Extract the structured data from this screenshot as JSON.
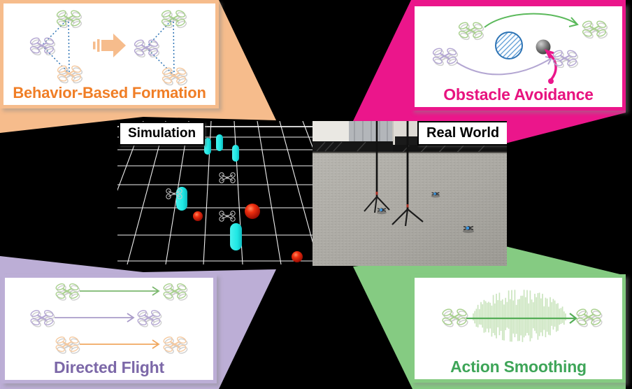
{
  "figure": {
    "panels": {
      "formation": {
        "title": "Behavior-Based Formation",
        "accent": "#F07E26",
        "border": "#F6BC8C"
      },
      "obstacle": {
        "title": "Obstacle Avoidance",
        "accent": "#E7137F",
        "border": "#EB168B"
      },
      "directed": {
        "title": "Directed Flight",
        "accent": "#7C68A8",
        "border": "#BCAED6"
      },
      "smoothing": {
        "title": "Action Smoothing",
        "accent": "#3EA558",
        "border": "#85CB82"
      }
    },
    "center": {
      "sim_label": "Simulation",
      "real_label": "Real World"
    },
    "colors": {
      "background": "#000000",
      "drone_green": "#A8D08D",
      "drone_purple": "#B3A6D2",
      "drone_orange": "#F5C99F",
      "formation_link_blue": "#2E74B5",
      "sim_pillar_cyan": "#1FE8E4",
      "sim_sphere_red": "#E02000",
      "obstacle_hatch_blue": "#5B9BD5",
      "waveform_green": "#CBE5BF"
    }
  }
}
